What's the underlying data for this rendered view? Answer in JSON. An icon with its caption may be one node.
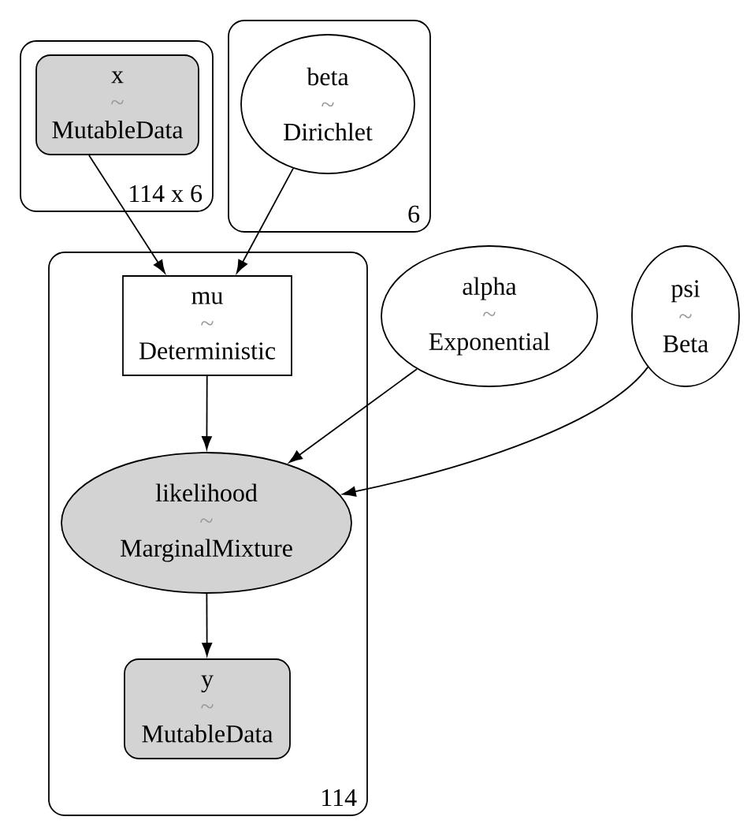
{
  "diagram": {
    "nodes": [
      {
        "text": [
          "114 x 6"
        ]
      },
      {
        "text": [
          "x",
          "~",
          "MutableData"
        ],
        "in": 0
      },
      {
        "text": [
          "6"
        ]
      },
      {
        "text": [
          "beta",
          "~",
          "Dirichlet"
        ],
        "in": 2
      },
      {
        "text": [
          "114"
        ]
      },
      {
        "text": [
          "mu",
          "~",
          "Deterministic"
        ],
        "in": 4
      },
      {
        "text": [
          "alpha",
          "~",
          "Exponential"
        ]
      },
      {
        "text": [
          "psi",
          "~",
          "Beta"
        ]
      },
      {
        "text": [
          "likelihood",
          "~",
          "MarginalMixture"
        ],
        "in": 4
      },
      {
        "text": [
          "y",
          "~",
          "MutableData"
        ],
        "in": 4
      }
    ],
    "edges": [
      {
        "from": 1,
        "to": 5,
        "arrow": "to"
      },
      {
        "from": 3,
        "to": 5,
        "arrow": "to"
      },
      {
        "from": 5,
        "to": 8,
        "arrow": "to"
      },
      {
        "from": 6,
        "to": 8,
        "arrow": "to"
      },
      {
        "from": 7,
        "to": 8,
        "arrow": "to"
      },
      {
        "from": 8,
        "to": 9,
        "arrow": "to"
      }
    ]
  }
}
